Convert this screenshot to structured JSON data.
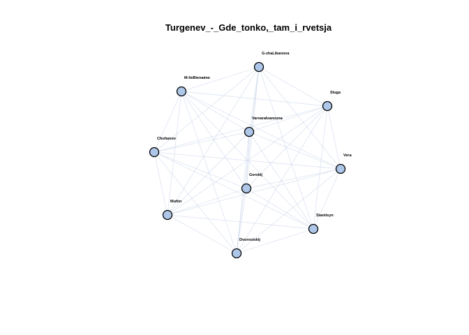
{
  "title": "Turgenev_-_Gde_tonko,_tam_i_rvetsja",
  "colors": {
    "node_fill": "#aec7e8",
    "node_stroke": "#000000",
    "edge": "#c9d6ea",
    "background": "#ffffff"
  },
  "nodes": [
    {
      "id": "GozhaLibanova",
      "label": "G-zhaLibanova"
    },
    {
      "id": "MlleBienaime",
      "label": "M-lleBienaime"
    },
    {
      "id": "Sluga",
      "label": "Sluga"
    },
    {
      "id": "VarvaraIvanovna",
      "label": "VarvaraIvanovna"
    },
    {
      "id": "Chuhanov",
      "label": "Chuhanov"
    },
    {
      "id": "Vera",
      "label": "Vera"
    },
    {
      "id": "Gorskij",
      "label": "Gorskij"
    },
    {
      "id": "Muhin",
      "label": "Muhin"
    },
    {
      "id": "Stanitsyn",
      "label": "Stanitsyn"
    },
    {
      "id": "Dvorostskij",
      "label": "Dvorostskij"
    }
  ],
  "edges": [
    [
      "GozhaLibanova",
      "MlleBienaime"
    ],
    [
      "GozhaLibanova",
      "Sluga"
    ],
    [
      "GozhaLibanova",
      "VarvaraIvanovna"
    ],
    [
      "GozhaLibanova",
      "Chuhanov"
    ],
    [
      "GozhaLibanova",
      "Vera"
    ],
    [
      "GozhaLibanova",
      "Gorskij"
    ],
    [
      "GozhaLibanova",
      "Muhin"
    ],
    [
      "GozhaLibanova",
      "Stanitsyn"
    ],
    [
      "GozhaLibanova",
      "Dvorostskij"
    ],
    [
      "MlleBienaime",
      "Sluga"
    ],
    [
      "MlleBienaime",
      "VarvaraIvanovna"
    ],
    [
      "MlleBienaime",
      "Chuhanov"
    ],
    [
      "MlleBienaime",
      "Vera"
    ],
    [
      "MlleBienaime",
      "Gorskij"
    ],
    [
      "MlleBienaime",
      "Muhin"
    ],
    [
      "MlleBienaime",
      "Stanitsyn"
    ],
    [
      "MlleBienaime",
      "Dvorostskij"
    ],
    [
      "Sluga",
      "VarvaraIvanovna"
    ],
    [
      "Sluga",
      "Chuhanov"
    ],
    [
      "Sluga",
      "Vera"
    ],
    [
      "Sluga",
      "Gorskij"
    ],
    [
      "Sluga",
      "Muhin"
    ],
    [
      "Sluga",
      "Stanitsyn"
    ],
    [
      "Sluga",
      "Dvorostskij"
    ],
    [
      "VarvaraIvanovna",
      "Chuhanov"
    ],
    [
      "VarvaraIvanovna",
      "Vera"
    ],
    [
      "VarvaraIvanovna",
      "Gorskij"
    ],
    [
      "VarvaraIvanovna",
      "Muhin"
    ],
    [
      "VarvaraIvanovna",
      "Stanitsyn"
    ],
    [
      "VarvaraIvanovna",
      "Dvorostskij"
    ],
    [
      "Chuhanov",
      "Vera"
    ],
    [
      "Chuhanov",
      "Gorskij"
    ],
    [
      "Chuhanov",
      "Muhin"
    ],
    [
      "Chuhanov",
      "Stanitsyn"
    ],
    [
      "Chuhanov",
      "Dvorostskij"
    ],
    [
      "Vera",
      "Gorskij"
    ],
    [
      "Vera",
      "Muhin"
    ],
    [
      "Vera",
      "Stanitsyn"
    ],
    [
      "Vera",
      "Dvorostskij"
    ],
    [
      "Gorskij",
      "Muhin"
    ],
    [
      "Gorskij",
      "Stanitsyn"
    ],
    [
      "Gorskij",
      "Dvorostskij"
    ],
    [
      "Muhin",
      "Stanitsyn"
    ],
    [
      "Muhin",
      "Dvorostskij"
    ],
    [
      "Stanitsyn",
      "Dvorostskij"
    ]
  ]
}
